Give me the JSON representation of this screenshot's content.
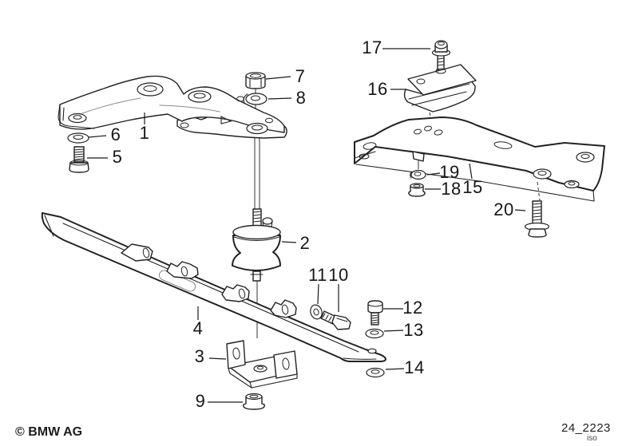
{
  "diagram": {
    "type": "exploded-parts-diagram",
    "callouts": [
      {
        "label": "1"
      },
      {
        "label": "2"
      },
      {
        "label": "3"
      },
      {
        "label": "4"
      },
      {
        "label": "5"
      },
      {
        "label": "6"
      },
      {
        "label": "7"
      },
      {
        "label": "8"
      },
      {
        "label": "9"
      },
      {
        "label": "10"
      },
      {
        "label": "11"
      },
      {
        "label": "12"
      },
      {
        "label": "13"
      },
      {
        "label": "14"
      },
      {
        "label": "15"
      },
      {
        "label": "16"
      },
      {
        "label": "17"
      },
      {
        "label": "18"
      },
      {
        "label": "19"
      },
      {
        "label": "20"
      }
    ],
    "footer": {
      "copyright": "© BMW AG",
      "drawing_number": "24_2223",
      "format_label": "iso"
    },
    "colors": {
      "line": "#222222",
      "background": "#ffffff"
    }
  }
}
